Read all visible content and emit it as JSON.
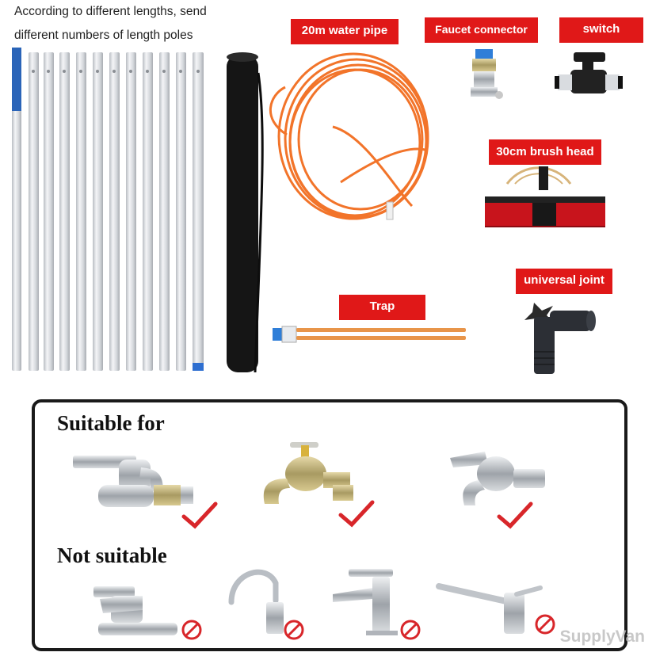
{
  "note": {
    "line1": "According to different lengths, send",
    "line2": "different numbers of length poles"
  },
  "labels": {
    "water_pipe": "20m water pipe",
    "faucet_connector": "Faucet connector",
    "switch": "switch",
    "brush_head": "30cm brush head",
    "universal_joint": "universal joint",
    "trap": "Trap"
  },
  "compatibility": {
    "suitable_title": "Suitable for",
    "not_suitable_title": "Not suitable"
  },
  "watermark": "SupplyVan",
  "colors": {
    "tag_red": "#e01818",
    "hose_orange": "#f2742a",
    "check_red": "#d8262a",
    "brush_red": "#c8141c"
  },
  "icons": {
    "check": "check-mark-icon",
    "prohibited": "prohibited-icon"
  }
}
